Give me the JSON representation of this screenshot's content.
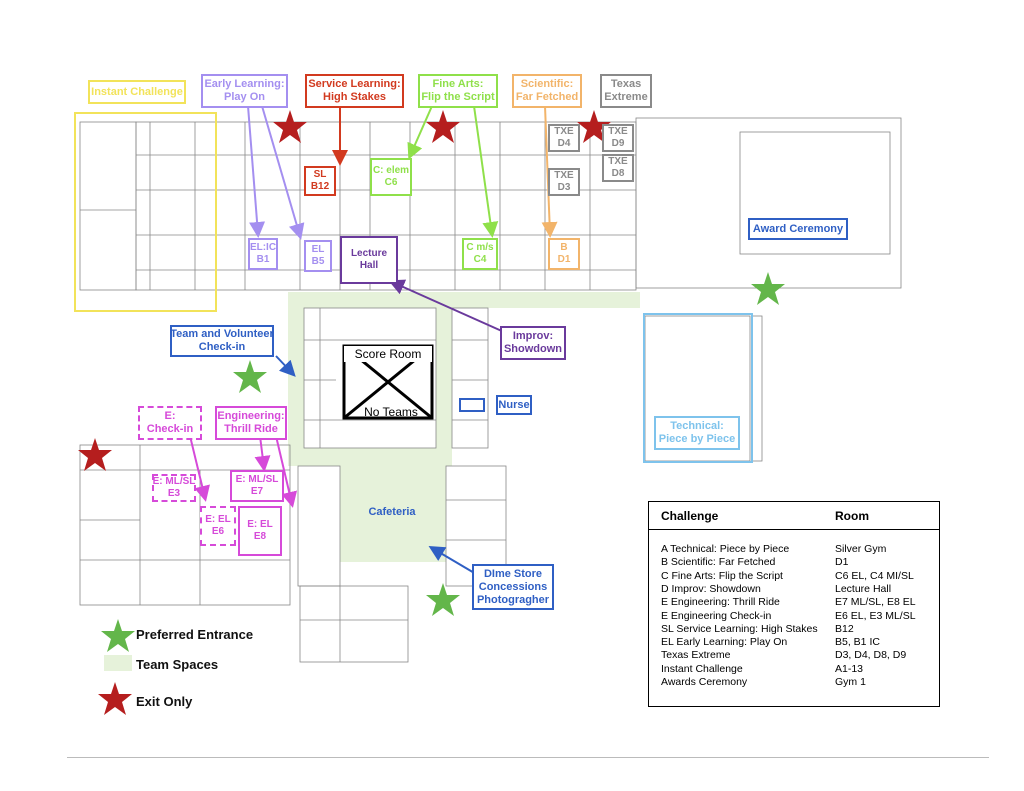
{
  "colors": {
    "instant": "#f2e35a",
    "early": "#a48ff0",
    "service": "#d23a1f",
    "finearts": "#8fe04a",
    "scientific": "#f2b46a",
    "texas": "#8a8a8a",
    "blue": "#2f5fc4",
    "lightblue": "#7ec3ec",
    "purple": "#6a3a9c",
    "magenta": "#d64ad9",
    "green_star": "#63b64a",
    "red_star": "#b51e1e",
    "team_space": "#e6f2da"
  },
  "labels": {
    "instant_challenge": "Instant Challenge",
    "early_learning_1": "Early Learning:",
    "early_learning_2": "Play On",
    "service_learning_1": "Service Learning:",
    "service_learning_2": "High Stakes",
    "fine_arts_1": "Fine Arts:",
    "fine_arts_2": "Flip the Script",
    "scientific_1": "Scientific:",
    "scientific_2": "Far Fetched",
    "texas_1": "Texas",
    "texas_2": "Extreme",
    "award_ceremony": "Award Ceremony",
    "team_checkin_1": "Team and Volunteer",
    "team_checkin_2": "Check-in",
    "improv_1": "Improv:",
    "improv_2": "Showdown",
    "nurse": "Nurse",
    "technical_1": "Technical:",
    "technical_2": "Piece by Piece",
    "e_checkin_1": "E:",
    "e_checkin_2": "Check-in",
    "engineering_1": "Engineering:",
    "engineering_2": "Thrill Ride",
    "cafeteria": "Cafeteria",
    "dime_1": "DIme Store",
    "dime_2": "Concessions",
    "dime_3": "Photogragher",
    "score_room": "Score Room",
    "no_teams": "No Teams"
  },
  "rooms": {
    "txe_d4": [
      "TXE",
      "D4"
    ],
    "txe_d9": [
      "TXE",
      "D9"
    ],
    "txe_d3": [
      "TXE",
      "D3"
    ],
    "txe_d8": [
      "TXE",
      "D8"
    ],
    "sl_b12": [
      "SL",
      "B12"
    ],
    "c_elem": [
      "C: elem",
      "C6"
    ],
    "el_ic": [
      "EL:IC",
      "B1"
    ],
    "el_b5": [
      "EL",
      "B5"
    ],
    "lecture": [
      "Lecture",
      "Hall"
    ],
    "c_ms": [
      "C m/s",
      "C4"
    ],
    "b_d1": [
      "B",
      "D1"
    ],
    "e_mlsl_e3": [
      "E: ML/SL",
      "E3"
    ],
    "e_mlsl_e7": [
      "E: ML/SL",
      "E7"
    ],
    "e_el_e6": [
      "E: EL",
      "E6"
    ],
    "e_el_e8": [
      "E: EL",
      "E8"
    ]
  },
  "legend": {
    "preferred": "Preferred Entrance",
    "team_spaces": "Team Spaces",
    "exit_only": "Exit Only"
  },
  "table": {
    "header_challenge": "Challenge",
    "header_room": "Room",
    "rows": [
      {
        "challenge": "A  Technical: Piece by Piece",
        "room": "Silver Gym"
      },
      {
        "challenge": "B  Scientific: Far Fetched",
        "room": "D1"
      },
      {
        "challenge": "C  Fine Arts: Flip the Script",
        "room": "C6  EL, C4  MI/SL"
      },
      {
        "challenge": "D  Improv: Showdown",
        "room": "Lecture Hall"
      },
      {
        "challenge": "E  Engineering: Thrill Ride",
        "room": "E7  ML/SL, E8  EL"
      },
      {
        "challenge": "E  Engineering Check-in",
        "room": "E6  EL, E3  ML/SL"
      },
      {
        "challenge": "SL Service Learning: High Stakes",
        "room": "B12"
      },
      {
        "challenge": "EL Early Learning: Play On",
        "room": "B5, B1 IC"
      },
      {
        "challenge": "Texas Extreme",
        "room": "D3, D4, D8, D9"
      },
      {
        "challenge": "Instant Challenge",
        "room": "A1-13"
      },
      {
        "challenge": "Awards Ceremony",
        "room": "Gym 1"
      }
    ]
  }
}
